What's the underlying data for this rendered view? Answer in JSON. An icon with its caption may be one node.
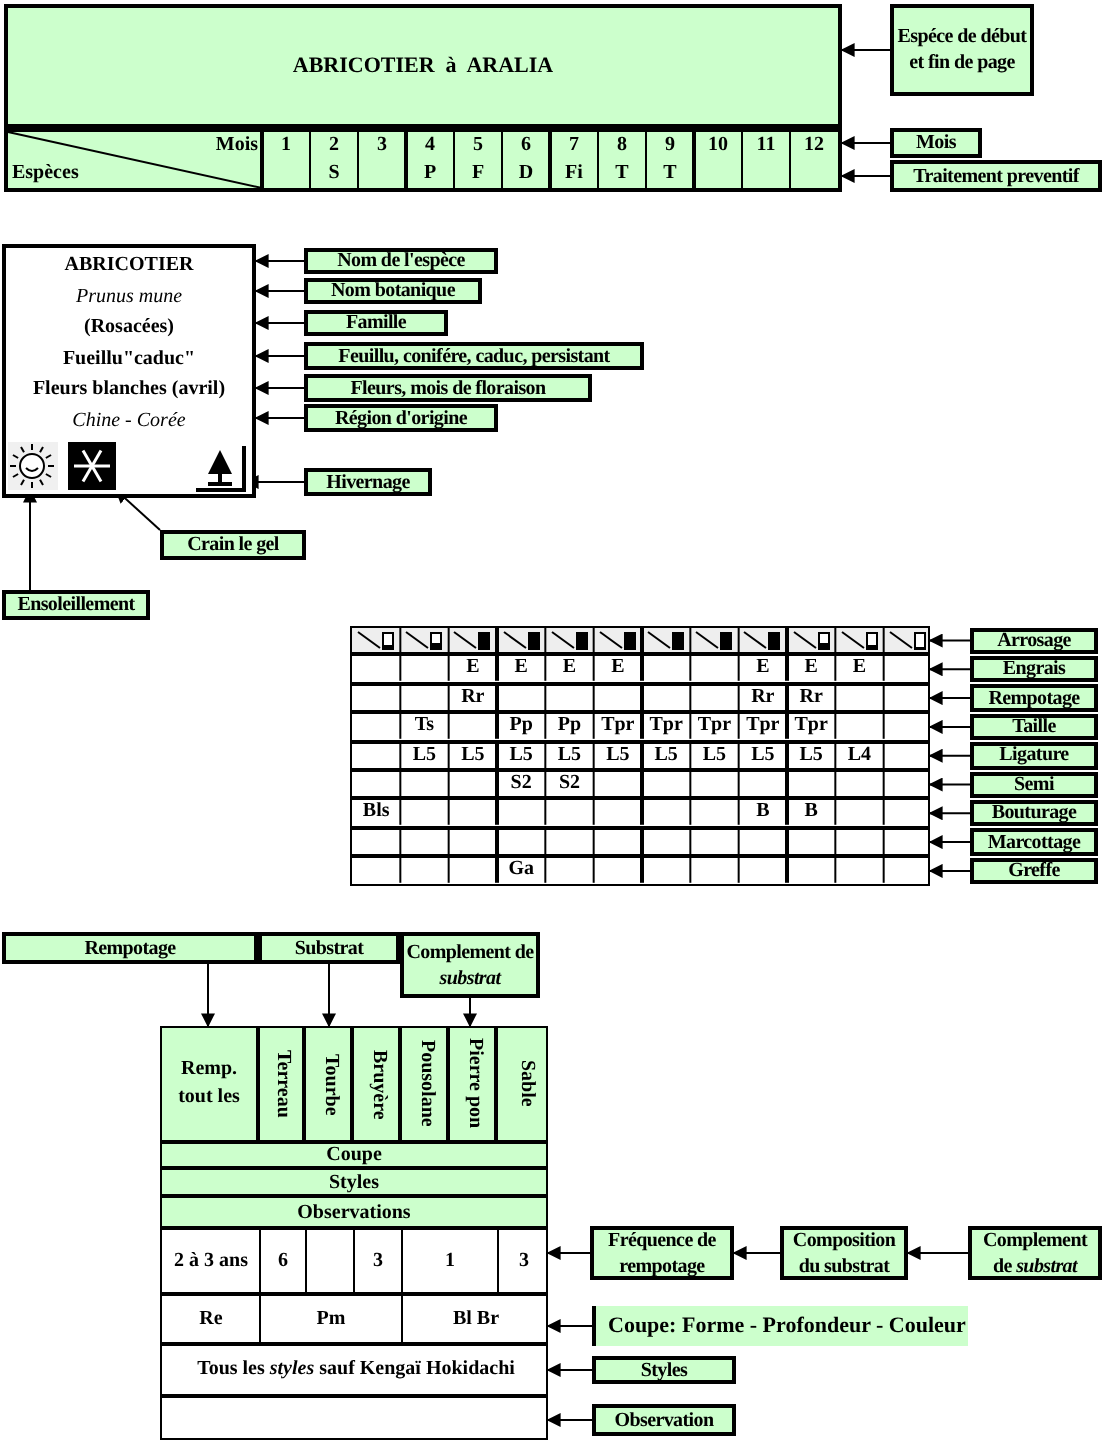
{
  "diagram": {
    "nodes": [
      {
        "text": [
          "ABRICOTIER  à  ARALIA"
        ]
      },
      {
        "text": [
          "Mois",
          "1",
          "2",
          "3",
          "4",
          "5",
          "6",
          "7",
          "8",
          "9",
          "10",
          "11",
          "12",
          "Espèces",
          "S",
          "P",
          "F",
          "D",
          "Fi",
          "T",
          "T"
        ]
      },
      {
        "text": [
          "Espéce de début et fin de page"
        ]
      },
      {
        "text": [
          "Mois"
        ]
      },
      {
        "text": [
          "Traitement preventif"
        ]
      },
      {
        "text": [
          "ABRICOTIER",
          "Prunus mune",
          "(Rosacées)",
          "Fueillu\"caduc\"",
          "Fleurs blanches (avril)",
          "Chine - Corée"
        ]
      },
      {
        "text": [],
        "shape": "picture",
        "in": 5
      },
      {
        "text": [],
        "shape": "picture",
        "in": 5
      },
      {
        "text": [],
        "shape": "picture",
        "in": 5
      },
      {
        "text": [
          "Nom de l'espèce"
        ]
      },
      {
        "text": [
          "Nom botanique"
        ]
      },
      {
        "text": [
          "Famille"
        ]
      },
      {
        "text": [
          "Feuillu, conifére, caduc, persistant"
        ]
      },
      {
        "text": [
          "Fleurs, mois de floraison"
        ]
      },
      {
        "text": [
          "Région d'origine"
        ]
      },
      {
        "text": [
          "Hivernage"
        ]
      },
      {
        "text": [
          "Crain le gel"
        ]
      },
      {
        "text": [
          "Ensoleillement"
        ]
      },
      {
        "text": [],
        "shape": "box"
      },
      {
        "text": [
          "E",
          "E",
          "E",
          "E",
          "E",
          "E",
          "E"
        ]
      },
      {
        "text": [
          "Rr",
          "Rr",
          "Rr"
        ]
      },
      {
        "text": [
          "Ts",
          "Pp",
          "Pp",
          "Tpr",
          "Tpr",
          "Tpr",
          "Tpr",
          "Tpr"
        ]
      },
      {
        "text": [
          "L5",
          "L5",
          "L5",
          "L5",
          "L5",
          "L5",
          "L5",
          "L5",
          "L5",
          "L4"
        ]
      },
      {
        "text": [
          "S2",
          "S2"
        ]
      },
      {
        "text": [
          "Bls",
          "B",
          "B"
        ]
      },
      {
        "text": [],
        "shape": "box"
      },
      {
        "text": [
          "Ga"
        ]
      },
      {
        "text": [
          "Arrosage"
        ]
      },
      {
        "text": [
          "Engrais"
        ]
      },
      {
        "text": [
          "Rempotage"
        ]
      },
      {
        "text": [
          "Taille"
        ]
      },
      {
        "text": [
          "Ligature"
        ]
      },
      {
        "text": [
          "Semi"
        ]
      },
      {
        "text": [
          "Bouturage"
        ]
      },
      {
        "text": [
          "Marcottage"
        ]
      },
      {
        "text": [
          "Greffe"
        ]
      },
      {
        "text": [],
        "shape": "box"
      },
      {
        "text": [
          "Remp. tout les"
        ],
        "in": 36
      },
      {
        "text": [
          "Terreau"
        ],
        "in": 36
      },
      {
        "text": [
          "Tourbe"
        ],
        "in": 36
      },
      {
        "text": [
          "Bruyère"
        ],
        "in": 36
      },
      {
        "text": [
          "Pousolane"
        ],
        "in": 36
      },
      {
        "text": [
          "Pierre pon"
        ],
        "in": 36
      },
      {
        "text": [
          "Sable"
        ],
        "in": 36
      },
      {
        "text": [
          "Coupe"
        ],
        "in": 36
      },
      {
        "text": [
          "Styles"
        ],
        "in": 36
      },
      {
        "text": [
          "Observations"
        ],
        "in": 36
      },
      {
        "text": [
          "2 à 3 ans",
          "6",
          "3",
          "1",
          "3"
        ],
        "in": 36
      },
      {
        "text": [
          "Re",
          "Pm",
          "Bl Br"
        ],
        "in": 36
      },
      {
        "text": [
          "Tous les *styles* sauf  Kengaï Hokidachi"
        ],
        "in": 36
      },
      {
        "text": [],
        "shape": "box",
        "in": 36
      },
      {
        "text": [
          "Rempotage"
        ]
      },
      {
        "text": [
          "Substrat"
        ]
      },
      {
        "text": [
          "Complement de *substrat*"
        ]
      },
      {
        "text": [
          "Fréquence de rempotage"
        ]
      },
      {
        "text": [
          "Composition du substrat"
        ]
      },
      {
        "text": [
          "Complement de *substrat*"
        ]
      },
      {
        "text": [
          "Coupe: Forme - Profondeur - Couleur"
        ]
      },
      {
        "text": [
          "Styles"
        ]
      },
      {
        "text": [
          "Observation"
        ]
      }
    ],
    "edges": [
      {
        "from": 2,
        "to": 0,
        "arrow": "to"
      },
      {
        "from": 3,
        "to": 1,
        "arrow": "to"
      },
      {
        "from": 4,
        "to": 1,
        "arrow": "to"
      },
      {
        "from": 9,
        "to": 5,
        "arrow": "to"
      },
      {
        "from": 10,
        "to": 5,
        "arrow": "to"
      },
      {
        "from": 11,
        "to": 5,
        "arrow": "to"
      },
      {
        "from": 12,
        "to": 5,
        "arrow": "to"
      },
      {
        "from": 13,
        "to": 5,
        "arrow": "to"
      },
      {
        "from": 14,
        "to": 5,
        "arrow": "to"
      },
      {
        "from": 15,
        "to": 8,
        "arrow": "to"
      },
      {
        "from": 16,
        "to": 7,
        "arrow": "to"
      },
      {
        "from": 17,
        "to": 6,
        "arrow": "to"
      },
      {
        "from": 27,
        "to": 18,
        "arrow": "to"
      },
      {
        "from": 28,
        "to": 19,
        "arrow": "to"
      },
      {
        "from": 29,
        "to": 20,
        "arrow": "to"
      },
      {
        "from": 30,
        "to": 21,
        "arrow": "to"
      },
      {
        "from": 31,
        "to": 22,
        "arrow": "to"
      },
      {
        "from": 32,
        "to": 23,
        "arrow": "to"
      },
      {
        "from": 33,
        "to": 24,
        "arrow": "to"
      },
      {
        "from": 34,
        "to": 25,
        "arrow": "to"
      },
      {
        "from": 35,
        "to": 26,
        "arrow": "to"
      },
      {
        "from": 51,
        "to": 37,
        "arrow": "to"
      },
      {
        "from": 52,
        "to": 39,
        "arrow": "to"
      },
      {
        "from": 53,
        "to": 42,
        "arrow": "to"
      },
      {
        "from": 54,
        "to": 47,
        "arrow": "to"
      },
      {
        "from": 55,
        "to": 54,
        "arrow": "to"
      },
      {
        "from": 56,
        "to": 55,
        "arrow": "to"
      },
      {
        "from": 57,
        "to": 48,
        "arrow": "to"
      },
      {
        "from": 58,
        "to": 49,
        "arrow": "to"
      },
      {
        "from": 59,
        "to": 50,
        "arrow": "to"
      }
    ]
  }
}
